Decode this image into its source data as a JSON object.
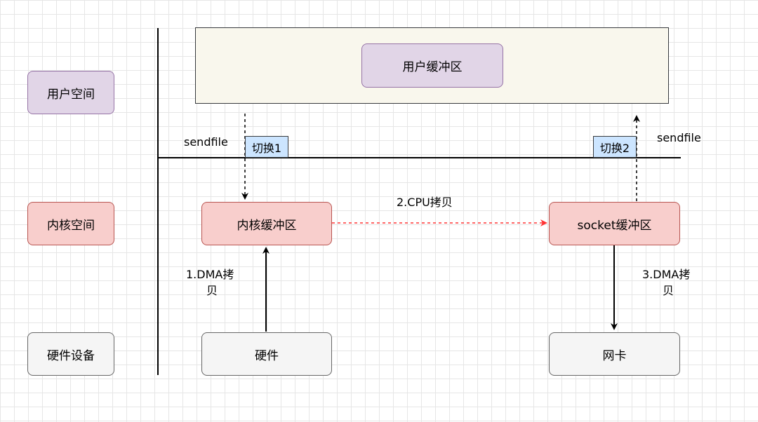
{
  "rows": {
    "user_space": "用户空间",
    "kernel_space": "内核空间",
    "hardware_devices": "硬件设备"
  },
  "boxes": {
    "user_buffer": "用户缓冲区",
    "kernel_buffer": "内核缓冲区",
    "socket_buffer": "socket缓冲区",
    "hardware": "硬件",
    "nic": "网卡"
  },
  "labels": {
    "sendfile_left": "sendfile",
    "sendfile_right": "sendfile",
    "switch1": "切换1",
    "switch2": "切换2",
    "cpu_copy": "2.CPU拷贝",
    "dma_copy1_line1": "1.DMA拷",
    "dma_copy1_line2": "贝",
    "dma_copy3_line1": "3.DMA拷",
    "dma_copy3_line2": "贝"
  },
  "colors": {
    "purple_fill": "#e1d5e7",
    "purple_stroke": "#9673a6",
    "red_fill": "#f8cecc",
    "red_stroke": "#b85450",
    "gray_fill": "#f5f5f5",
    "gray_stroke": "#666666",
    "tag_fill": "#cce5ff",
    "cpu_arrow": "#ff3333"
  }
}
